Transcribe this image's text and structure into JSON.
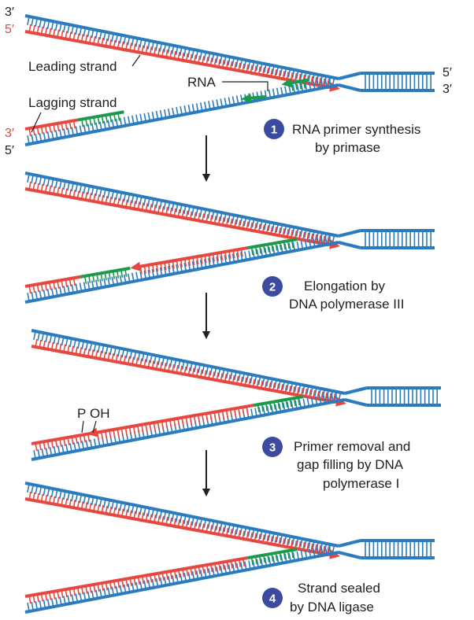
{
  "colors": {
    "template_strand": "#2b7bbf",
    "new_dna": "#e8473f",
    "rna_primer": "#1a9a4a",
    "badge": "#3a4ba0",
    "text": "#1f1f1f"
  },
  "stage1": {
    "labels": {
      "top_left_3": "3′",
      "top_left_5": "5′",
      "right_5": "5′",
      "right_3": "3′",
      "lag_left_3": "3′",
      "lag_left_5": "5′",
      "leading_strand": "Leading strand",
      "lagging_strand": "Lagging strand",
      "rna": "RNA"
    }
  },
  "stage3": {
    "labels": {
      "p": "P",
      "oh": "OH"
    }
  },
  "steps": [
    {
      "num": "1",
      "lines": [
        "RNA primer synthesis",
        "by primase"
      ]
    },
    {
      "num": "2",
      "lines": [
        "Elongation by",
        "DNA polymerase III"
      ]
    },
    {
      "num": "3",
      "lines": [
        "Primer removal and",
        "gap filling by DNA",
        "polymerase I"
      ]
    },
    {
      "num": "4",
      "lines": [
        "Strand sealed",
        "by DNA ligase"
      ]
    }
  ],
  "icons": [
    "arrow-down-icon"
  ]
}
